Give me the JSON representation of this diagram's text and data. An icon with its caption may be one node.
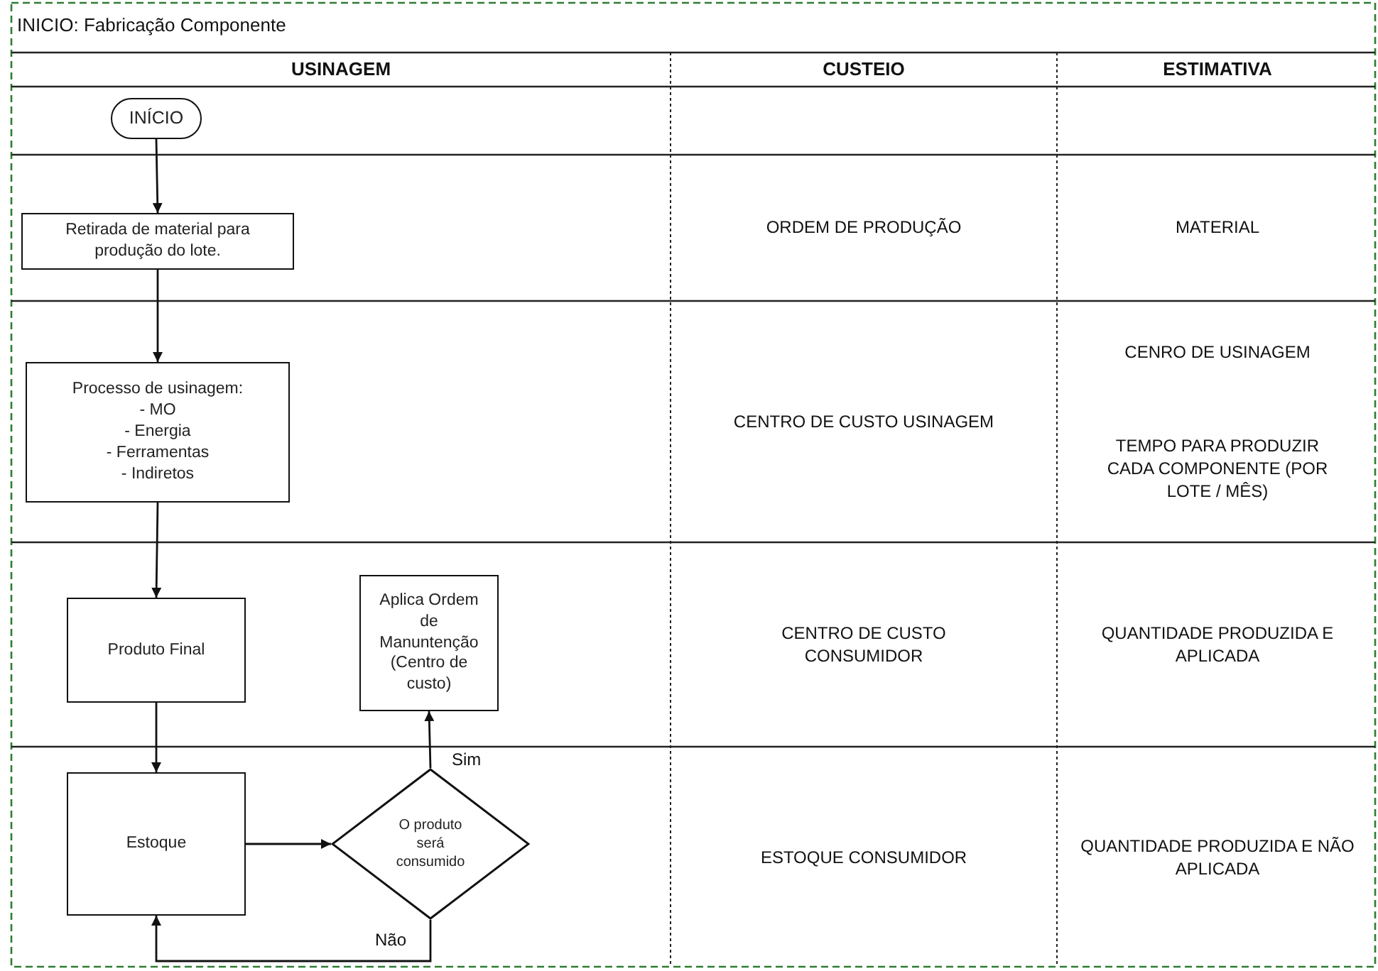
{
  "diagram": {
    "title": "INICIO: Fabricação Componente",
    "nodes": [
      {
        "text": [
          "INÍCIO"
        ]
      },
      {
        "text": [
          "Retirada de material para produção do lote."
        ]
      },
      {
        "text": [
          "Processo de usinagem:",
          "- MO",
          "- Energia",
          "- Ferramentas",
          "- Indiretos"
        ]
      },
      {
        "text": [
          "Produto Final"
        ]
      },
      {
        "text": [
          "Aplica Ordem de Manuntenção (Centro de custo)"
        ]
      },
      {
        "text": [
          "Estoque"
        ]
      },
      {
        "text": [
          "O produto será consumido"
        ]
      }
    ],
    "edges": [
      {
        "from": 0,
        "to": 1,
        "arrow": "to"
      },
      {
        "from": 1,
        "to": 2,
        "arrow": "to"
      },
      {
        "from": 2,
        "to": 3,
        "arrow": "to"
      },
      {
        "from": 3,
        "to": 5,
        "arrow": "to"
      },
      {
        "from": 5,
        "to": 6,
        "arrow": "to"
      },
      {
        "from": 6,
        "to": 4,
        "arrow": "to",
        "label": "Sim"
      },
      {
        "from": 6,
        "to": 5,
        "arrow": "to",
        "label": "Não"
      }
    ],
    "labels": [
      "USINAGEM",
      "CUSTEIO",
      "ESTIMATIVA",
      "ORDEM DE PRODUÇÃO",
      "MATERIAL",
      "CENTRO DE CUSTO USINAGEM",
      "CENRO DE USINAGEM",
      "TEMPO PARA PRODUZIR CADA COMPONENTE (POR LOTE / MÊS)",
      "CENTRO DE CUSTO CONSUMIDOR",
      "QUANTIDADE PRODUZIDA E APLICADA",
      "ESTOQUE CONSUMIDOR",
      "QUANTIDADE PRODUZIDA E NÃO APLICADA"
    ]
  }
}
